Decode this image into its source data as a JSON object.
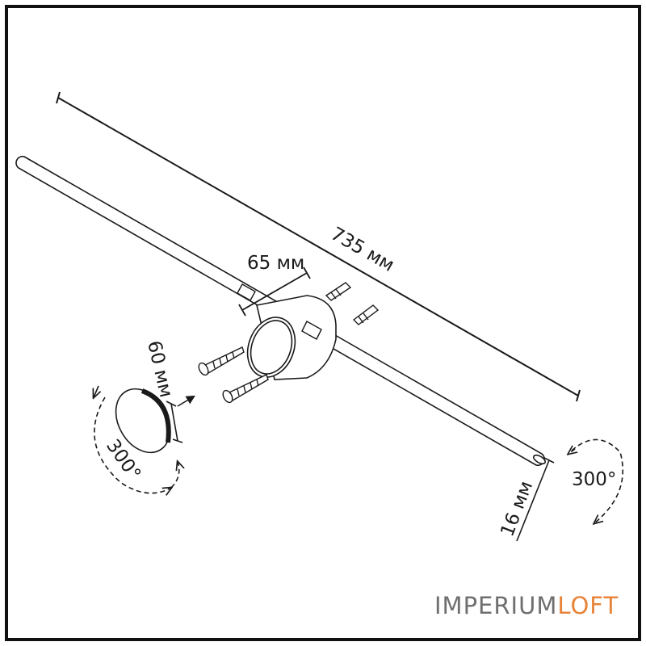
{
  "dimensions": {
    "length": "735 мм",
    "base_width": "65 мм",
    "disc_diameter": "60 мм",
    "tube_diameter": "16 мм",
    "rotation_left": "300°",
    "rotation_right": "300°"
  },
  "brand": {
    "part1": "IMPERIUM",
    "part2": "LOFT",
    "color_part1": "#6f6f6f",
    "color_part2": "#e8843a"
  },
  "colors": {
    "line": "#1a1a1a",
    "frame": "#111111",
    "background": "#ffffff"
  }
}
